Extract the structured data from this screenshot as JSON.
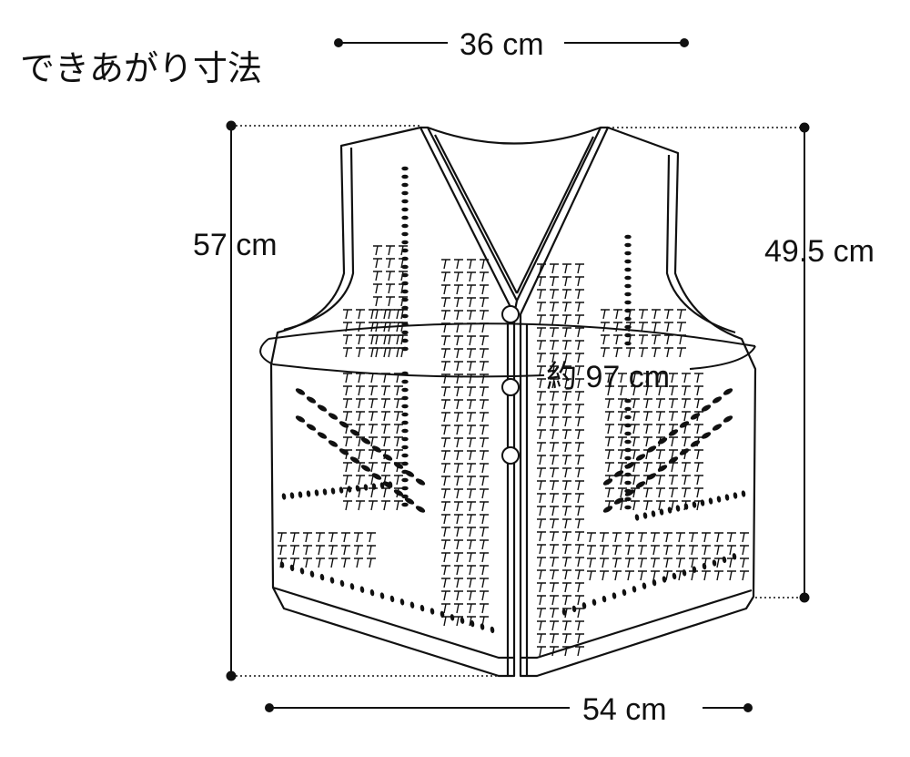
{
  "title": "できあがり寸法",
  "dimensions": {
    "shoulder_width": "36 cm",
    "total_length": "57 cm",
    "side_length": "49.5 cm",
    "bust": "約 97 cm",
    "hem_width": "54 cm"
  },
  "colors": {
    "ink": "#111111",
    "paper": "#ffffff"
  }
}
